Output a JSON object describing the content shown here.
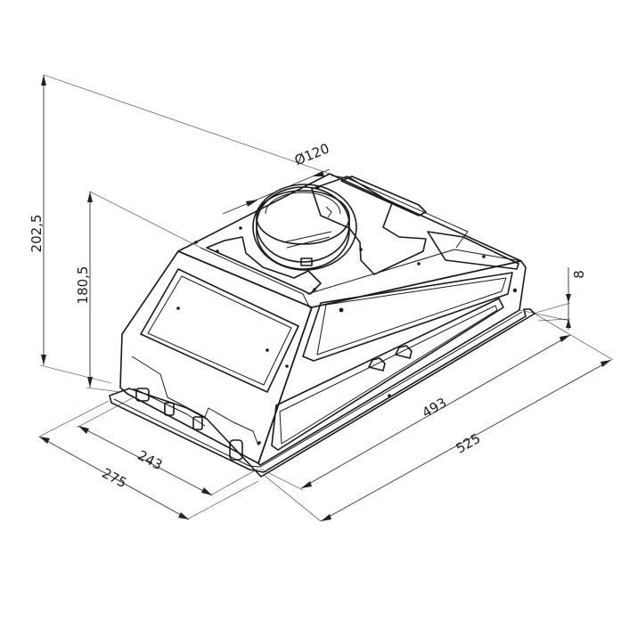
{
  "dimensions": {
    "overall_height": "202,5",
    "body_height": "180,5",
    "duct_diameter": "Ø120",
    "flange_height": "8",
    "body_depth": "243",
    "overall_depth": "275",
    "body_width": "493",
    "overall_width": "525"
  },
  "colors": {
    "line": "#1a1a1a",
    "background": "#ffffff"
  }
}
